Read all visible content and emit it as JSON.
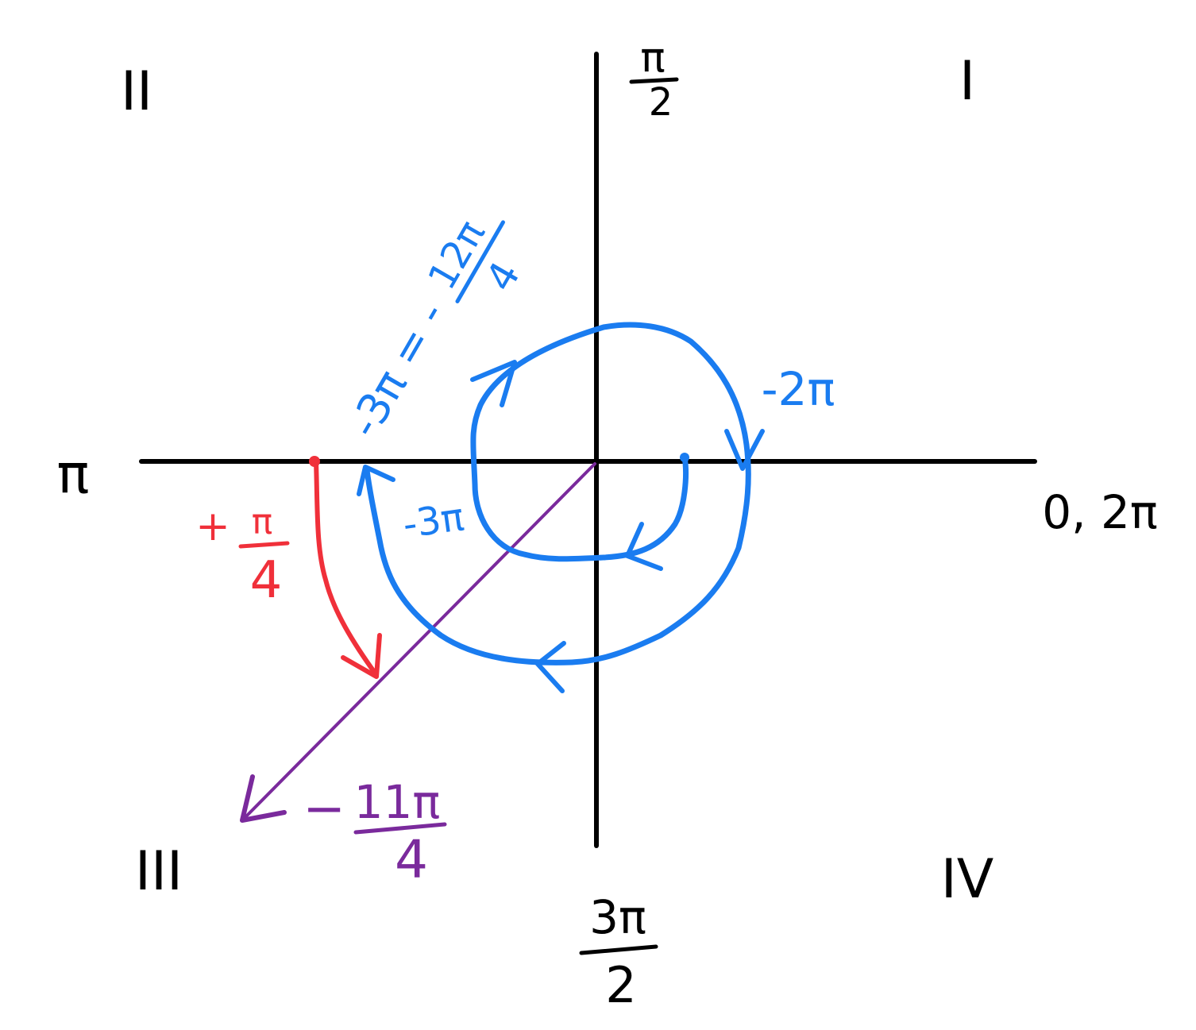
{
  "quadrants": {
    "i": "I",
    "ii": "II",
    "iii": "III",
    "iv": "IV"
  },
  "axis_labels": {
    "positive_x": "0, 2π",
    "negative_x": "π",
    "positive_y_num": "π",
    "positive_y_den": "2",
    "negative_y_num": "3π",
    "negative_y_den": "2"
  },
  "spiral_labels": {
    "minus_2pi": "-2π",
    "minus_3pi": "-3π",
    "equation_left": "-3π = -",
    "equation_num": "12π",
    "equation_den": "4"
  },
  "red_labels": {
    "sign": "+",
    "num": "π",
    "den": "4"
  },
  "purple_labels": {
    "sign": "−",
    "num": "11π",
    "den": "4"
  },
  "colors": {
    "axes": "#000000",
    "spiral": "#1a7cf0",
    "red_arc": "#f0303a",
    "purple_ray": "#7a2a9c"
  }
}
